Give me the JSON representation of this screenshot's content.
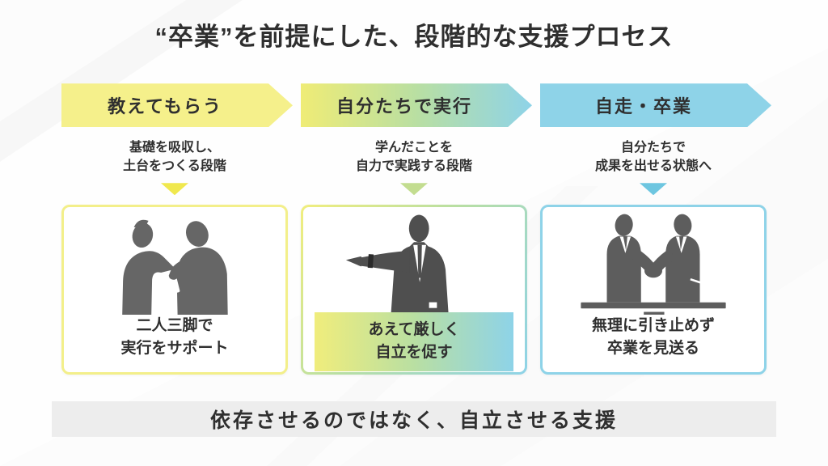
{
  "title": "“卒業”を前提にした、段階的な支援プロセス",
  "colors": {
    "stage1_yellow": "#f5f08b",
    "stage1_triangle_yellow": "#f0e84e",
    "stage2_gradient": [
      "#efec76",
      "#b9dfa2",
      "#8ed3e8"
    ],
    "stage2_triangle_green": "#c3dd90",
    "stage3_blue": "#8ed3e8",
    "stage3_triangle_blue": "#6ec6e0",
    "text": "#2f2f2f",
    "silhouette_gray": "#5a5a5a",
    "card_background": "#ffffff",
    "footer_background": "#ededed"
  },
  "stages": [
    {
      "arrow_label": "教えてもらう",
      "description": [
        "基礎を吸収し、",
        "土台をつくる段階"
      ],
      "card_caption": [
        "二人三脚で",
        "実行をサポート"
      ],
      "illustration": "two-people-reviewing-document"
    },
    {
      "arrow_label": "自分たちで実行",
      "description": [
        "学んだことを",
        "自力で実践する段階"
      ],
      "card_caption": [
        "あえて厳しく",
        "自立を促す"
      ],
      "illustration": "businessman-pointing"
    },
    {
      "arrow_label": "自走・卒業",
      "description": [
        "自分たちで",
        "成果を出せる状態へ"
      ],
      "card_caption": [
        "無理に引き止めず",
        "卒業を見送る"
      ],
      "illustration": "businessmen-handshake"
    }
  ],
  "footer": {
    "text": "依存させるのではなく、自立させる支援"
  }
}
